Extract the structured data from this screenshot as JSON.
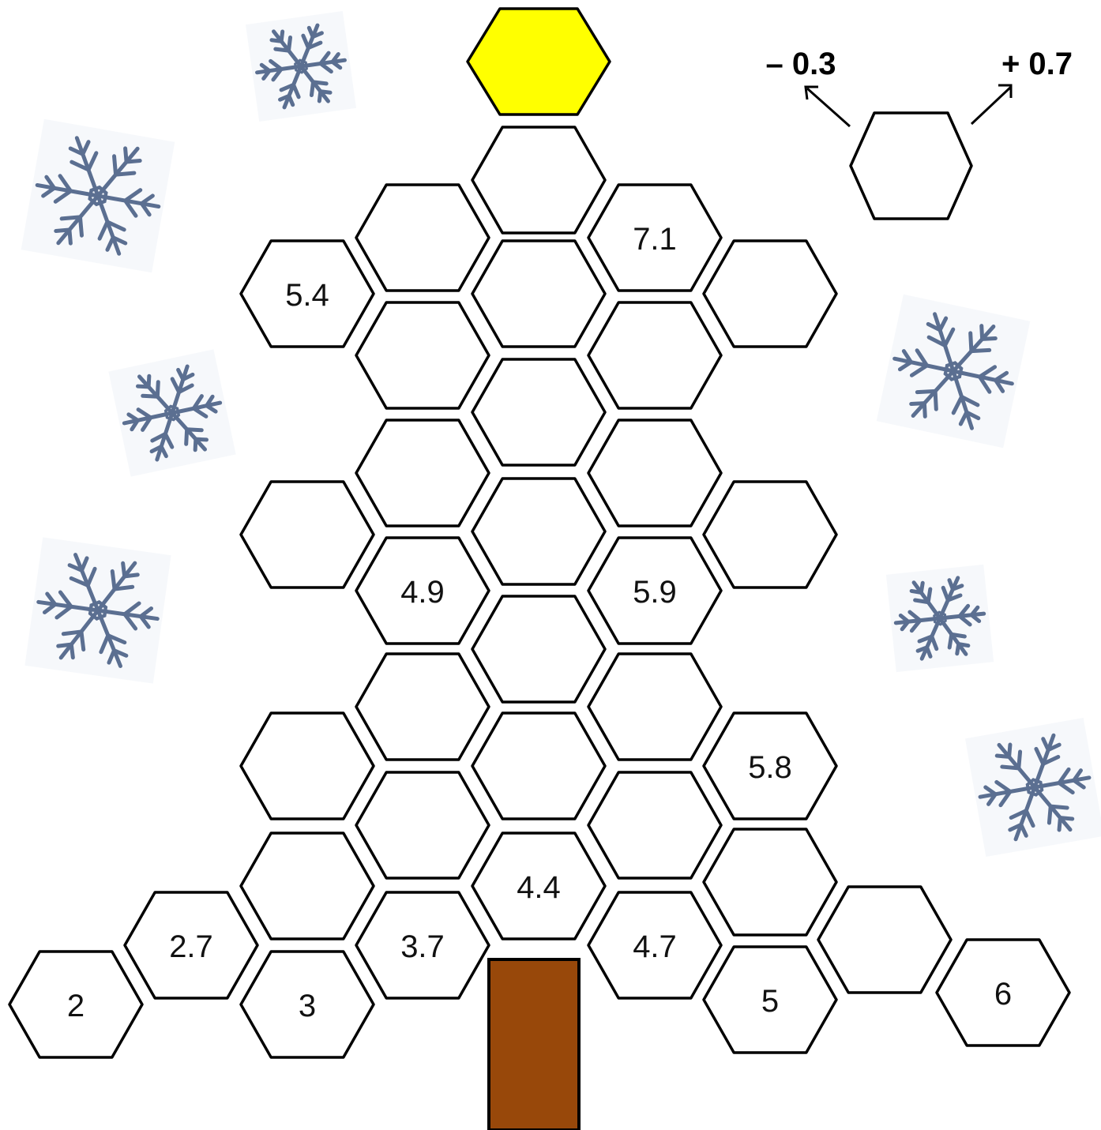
{
  "legend": {
    "left_label": "– 0.3",
    "right_label": "+ 0.7"
  },
  "colors": {
    "star": "#ffff00",
    "trunk": "#98480a",
    "snowflake": "#5b6f91",
    "outline": "#000000"
  },
  "icons": {
    "snowflake": "snowflake-icon",
    "arrow": "arrow-icon"
  },
  "hexagons": [
    {
      "id": "star",
      "value": ""
    },
    {
      "id": "r1",
      "value": ""
    },
    {
      "id": "r2-left",
      "value": ""
    },
    {
      "id": "r2-right",
      "value": "7.1"
    },
    {
      "id": "r3-left",
      "value": "5.4"
    },
    {
      "id": "r3-mid",
      "value": ""
    },
    {
      "id": "r3-right",
      "value": ""
    },
    {
      "id": "r4-left",
      "value": ""
    },
    {
      "id": "r4-right",
      "value": ""
    },
    {
      "id": "r5-mid",
      "value": ""
    },
    {
      "id": "r6-left",
      "value": ""
    },
    {
      "id": "r6-right",
      "value": ""
    },
    {
      "id": "r7-farleft",
      "value": ""
    },
    {
      "id": "r7-mid",
      "value": ""
    },
    {
      "id": "r7-farright",
      "value": ""
    },
    {
      "id": "r8-left",
      "value": "4.9"
    },
    {
      "id": "r8-right",
      "value": "5.9"
    },
    {
      "id": "r9-mid",
      "value": ""
    },
    {
      "id": "r10-left",
      "value": ""
    },
    {
      "id": "r10-right",
      "value": ""
    },
    {
      "id": "r11-farleft",
      "value": ""
    },
    {
      "id": "r11-mid",
      "value": ""
    },
    {
      "id": "r11-farright",
      "value": "5.8"
    },
    {
      "id": "r12-left",
      "value": ""
    },
    {
      "id": "r12-right",
      "value": ""
    },
    {
      "id": "r13-farleft",
      "value": ""
    },
    {
      "id": "r13-mid",
      "value": "4.4"
    },
    {
      "id": "r13-farright",
      "value": ""
    },
    {
      "id": "b-2-7",
      "value": "2.7"
    },
    {
      "id": "b-3-7",
      "value": "3.7"
    },
    {
      "id": "b-4-7",
      "value": "4.7"
    },
    {
      "id": "b-right-blank",
      "value": ""
    },
    {
      "id": "b-2",
      "value": "2"
    },
    {
      "id": "b-3",
      "value": "3"
    },
    {
      "id": "b-5",
      "value": "5"
    },
    {
      "id": "b-6",
      "value": "6"
    }
  ]
}
